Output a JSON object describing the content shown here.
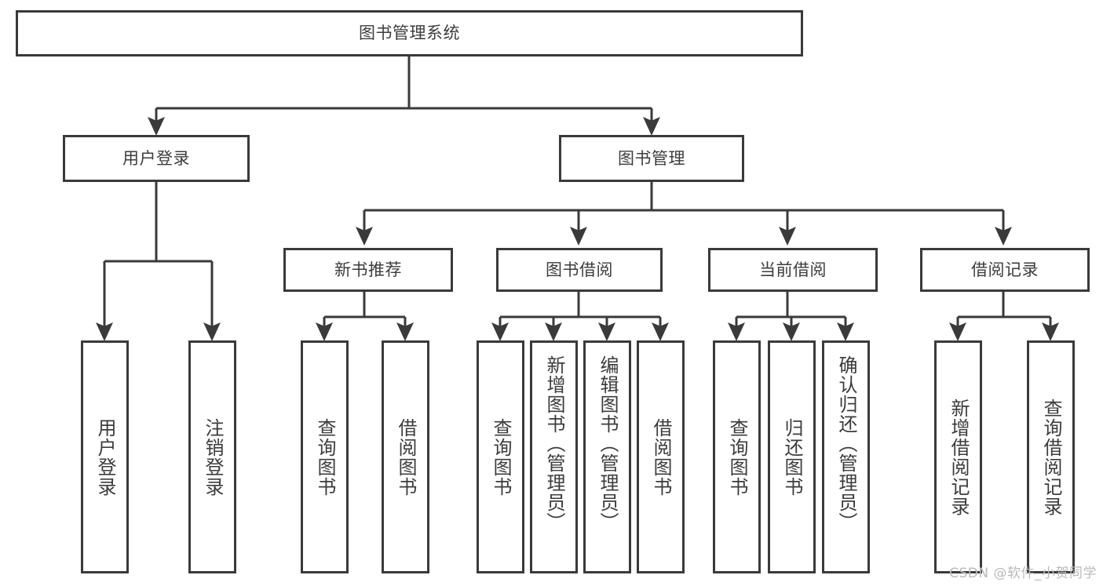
{
  "diagram": {
    "type": "tree-hierarchy",
    "title": "图书管理系统",
    "watermark": "CSDN @软件_小贺同学",
    "colors": {
      "stroke": "#3a3a3a",
      "text": "#3c3c3c",
      "background": "#ffffff",
      "watermark": "#b9b9b9"
    },
    "nodes": {
      "root": {
        "label": "图书管理系统"
      },
      "level1": [
        {
          "id": "user-login",
          "label": "用户登录"
        },
        {
          "id": "book-manage",
          "label": "图书管理"
        }
      ],
      "level2": [
        {
          "id": "new-book-recommend",
          "label": "新书推荐"
        },
        {
          "id": "book-borrow",
          "label": "图书借阅"
        },
        {
          "id": "current-borrow",
          "label": "当前借阅"
        },
        {
          "id": "borrow-record",
          "label": "借阅记录"
        }
      ],
      "leaves": {
        "user-login": [
          {
            "id": "leaf-user-login",
            "label": "用户登录"
          },
          {
            "id": "leaf-logout",
            "label": "注销登录"
          }
        ],
        "new-book-recommend": [
          {
            "id": "leaf-query-book-1",
            "label": "查询图书"
          },
          {
            "id": "leaf-borrow-book-1",
            "label": "借阅图书"
          }
        ],
        "book-borrow": [
          {
            "id": "leaf-query-book-2",
            "label": "查询图书"
          },
          {
            "id": "leaf-add-book",
            "label": "新增图书（管理员）"
          },
          {
            "id": "leaf-edit-book",
            "label": "编辑图书（管理员）"
          },
          {
            "id": "leaf-borrow-book-2",
            "label": "借阅图书"
          }
        ],
        "current-borrow": [
          {
            "id": "leaf-query-book-3",
            "label": "查询图书"
          },
          {
            "id": "leaf-return-book",
            "label": "归还图书"
          },
          {
            "id": "leaf-confirm-return",
            "label": "确认归还（管理员）"
          }
        ],
        "borrow-record": [
          {
            "id": "leaf-add-record",
            "label": "新增借阅记录"
          },
          {
            "id": "leaf-query-record",
            "label": "查询借阅记录"
          }
        ]
      }
    }
  }
}
